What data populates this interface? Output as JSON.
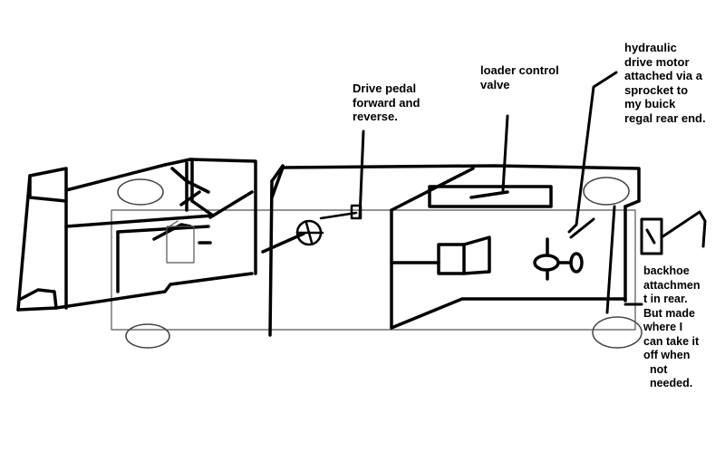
{
  "labels": {
    "drive_pedal": "Drive pedal\nforward and\nreverse.",
    "loader_valve": "loader control\nvalve",
    "hydraulic_motor": "hydraulic\ndrive motor\nattached via a\nsprocket to\nmy buick\nregal rear end.",
    "backhoe": "backhoe\nattachmen\nt in rear.\nBut made\nwhere I\ncan take it\noff when\n  not\n  needed."
  },
  "colors": {
    "ink": "#000000",
    "thin_line": "#555555",
    "background": "#ffffff"
  }
}
